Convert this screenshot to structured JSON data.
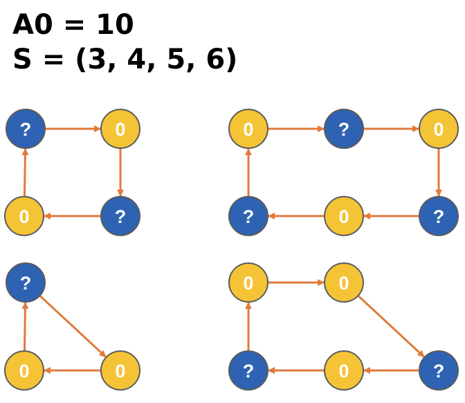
{
  "header": {
    "line1": "A0 = 10",
    "line2": "S = (3, 4, 5, 6)"
  },
  "colors": {
    "blue_node": "#2e63b3",
    "yellow_node": "#f5c336",
    "node_stroke": "#5b5b5b",
    "edge": "#e07a3b",
    "blue_text": "#ffffff",
    "yellow_text": "#ffffff"
  },
  "graphs": [
    {
      "id": "cycle-4",
      "nodes": [
        {
          "label": "?",
          "color": "blue"
        },
        {
          "label": "0",
          "color": "yellow"
        },
        {
          "label": "?",
          "color": "blue"
        },
        {
          "label": "0",
          "color": "yellow"
        }
      ],
      "edges": [
        [
          0,
          1
        ],
        [
          1,
          2
        ],
        [
          2,
          3
        ],
        [
          3,
          0
        ]
      ]
    },
    {
      "id": "cycle-6",
      "nodes": [
        {
          "label": "0",
          "color": "yellow"
        },
        {
          "label": "?",
          "color": "blue"
        },
        {
          "label": "0",
          "color": "yellow"
        },
        {
          "label": "?",
          "color": "blue"
        },
        {
          "label": "0",
          "color": "yellow"
        },
        {
          "label": "?",
          "color": "blue"
        }
      ],
      "edges": [
        [
          0,
          1
        ],
        [
          1,
          2
        ],
        [
          2,
          3
        ],
        [
          3,
          4
        ],
        [
          4,
          5
        ],
        [
          5,
          0
        ]
      ]
    },
    {
      "id": "cycle-3",
      "nodes": [
        {
          "label": "?",
          "color": "blue"
        },
        {
          "label": "0",
          "color": "yellow"
        },
        {
          "label": "0",
          "color": "yellow"
        }
      ],
      "edges": [
        [
          0,
          1
        ],
        [
          1,
          2
        ],
        [
          2,
          0
        ]
      ]
    },
    {
      "id": "cycle-5",
      "nodes": [
        {
          "label": "0",
          "color": "yellow"
        },
        {
          "label": "0",
          "color": "yellow"
        },
        {
          "label": "?",
          "color": "blue"
        },
        {
          "label": "0",
          "color": "yellow"
        },
        {
          "label": "?",
          "color": "blue"
        }
      ],
      "edges": [
        [
          0,
          1
        ],
        [
          1,
          2
        ],
        [
          2,
          3
        ],
        [
          3,
          4
        ],
        [
          4,
          0
        ]
      ]
    }
  ]
}
